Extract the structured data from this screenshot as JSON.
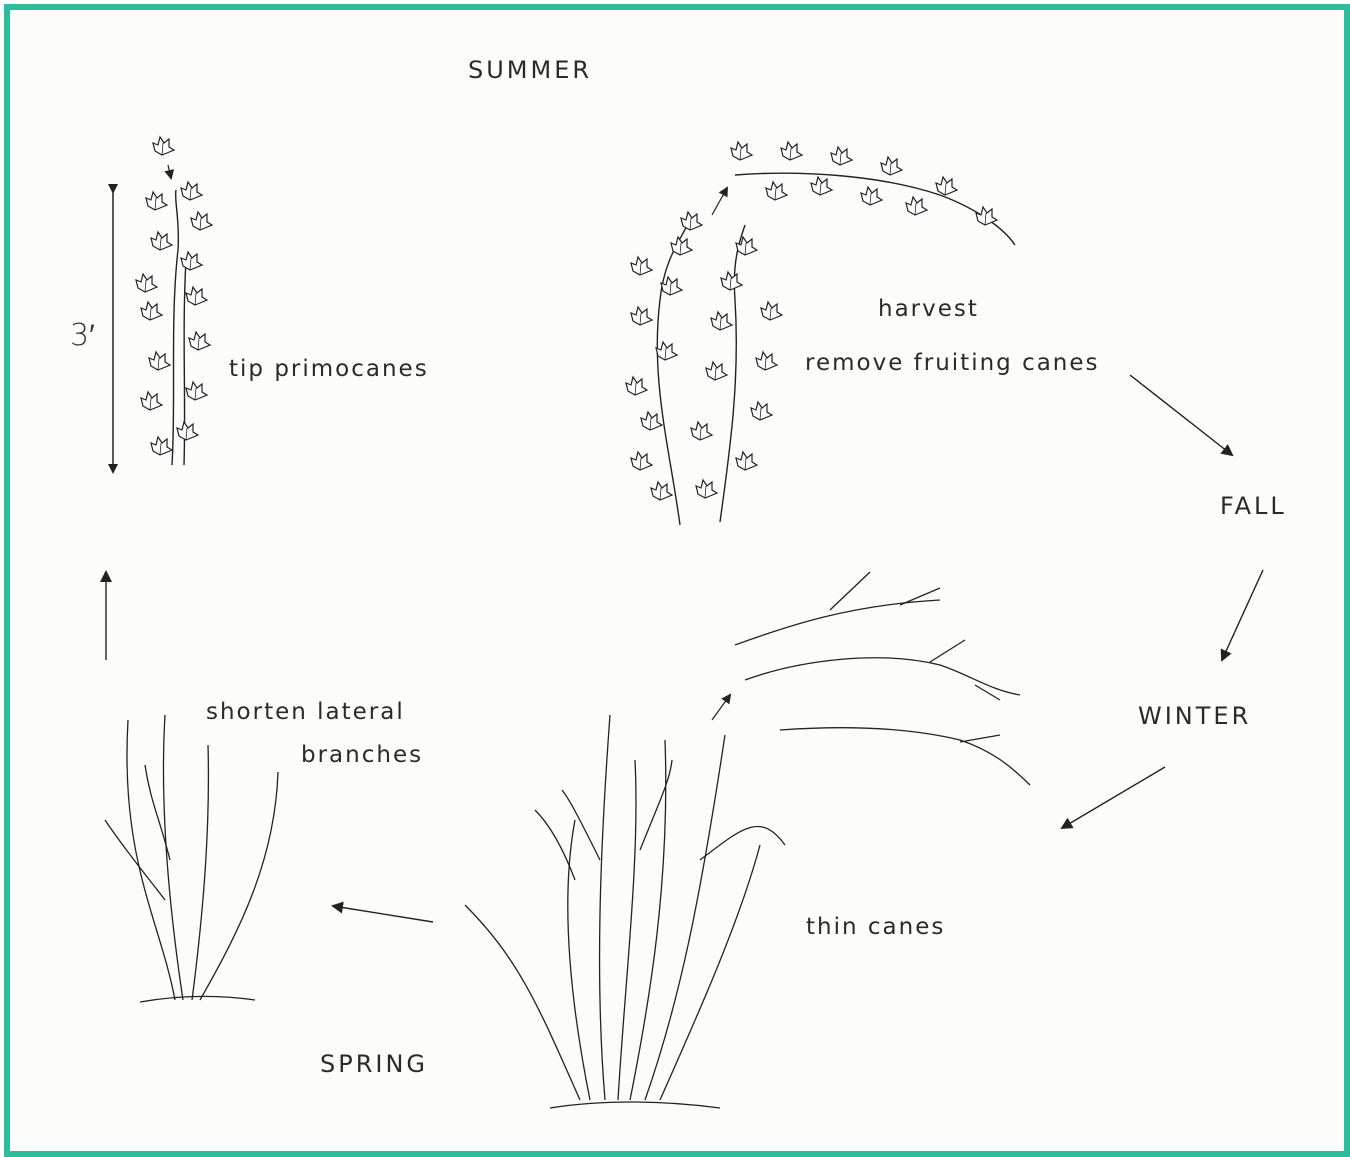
{
  "seasons": {
    "summer": "SUMMER",
    "fall": "FALL",
    "winter": "WINTER",
    "spring": "SPRING"
  },
  "notes": {
    "height": "3′",
    "tip_primocanes": "tip primocanes",
    "harvest": "harvest",
    "remove_fruiting_canes": "remove fruiting canes",
    "thin_canes": "thin canes",
    "shorten_line1": "shorten lateral",
    "shorten_line2": "branches"
  },
  "colors": {
    "border": "#2dbd9a",
    "ink": "#2a2a2a"
  }
}
